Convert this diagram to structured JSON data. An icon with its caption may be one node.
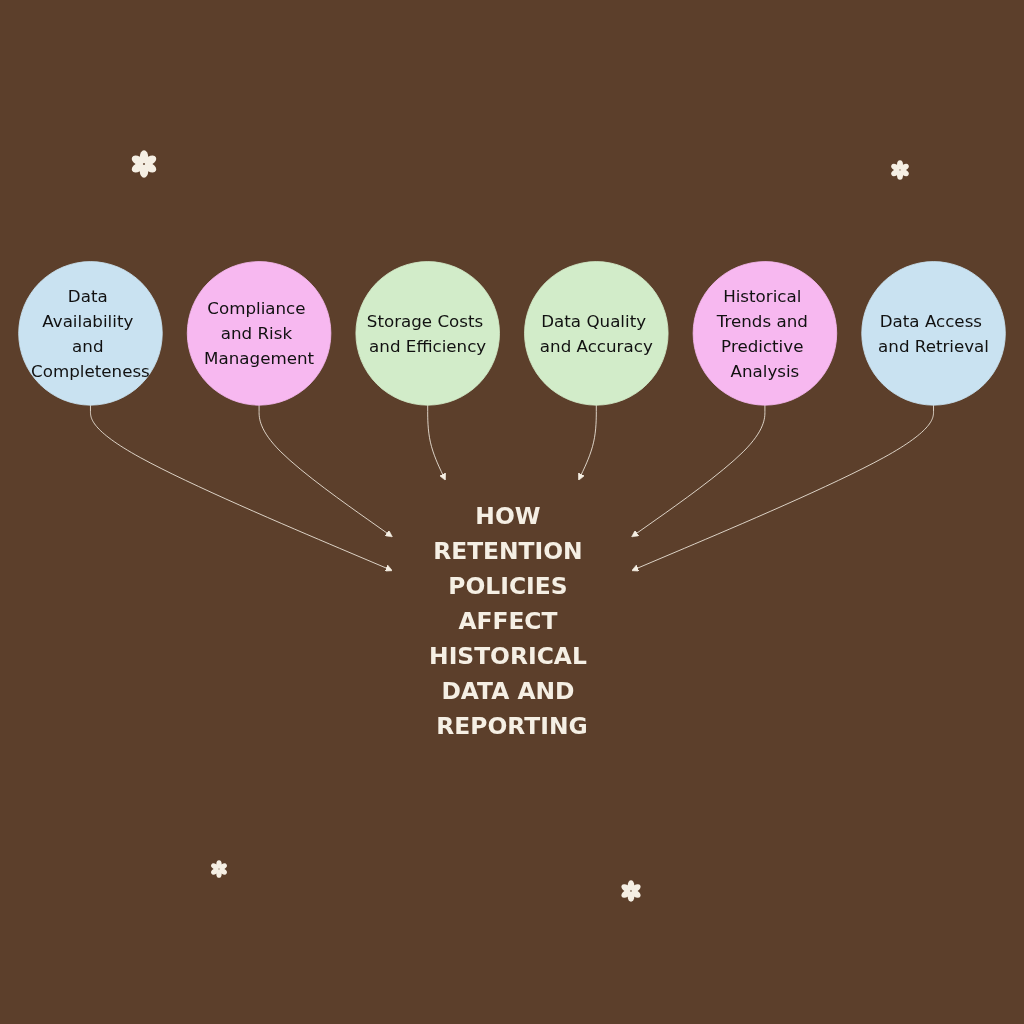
{
  "diagram": {
    "nodes": [
      {
        "text": [
          "Data Availability and Completeness"
        ]
      },
      {
        "text": [
          "Compliance and Risk Management"
        ]
      },
      {
        "text": [
          "Storage Costs and Efficiency"
        ]
      },
      {
        "text": [
          "HOW RETENTION POLICIES AFFECT HISTORICAL DATA AND REPORTING"
        ]
      },
      {
        "text": [
          "Data Quality and Accuracy"
        ]
      },
      {
        "text": [
          "Historical Trends and Predictive Analysis"
        ]
      },
      {
        "text": [
          "Data Access and Retrieval"
        ]
      }
    ],
    "edges": [
      {
        "from": 0,
        "to": 3,
        "arrow": "to"
      },
      {
        "from": 1,
        "to": 3,
        "arrow": "to"
      },
      {
        "from": 2,
        "to": 3,
        "arrow": "to"
      },
      {
        "from": 4,
        "to": 3,
        "arrow": "to"
      },
      {
        "from": 5,
        "to": 3,
        "arrow": "to"
      },
      {
        "from": 6,
        "to": 3,
        "arrow": "to"
      }
    ]
  }
}
